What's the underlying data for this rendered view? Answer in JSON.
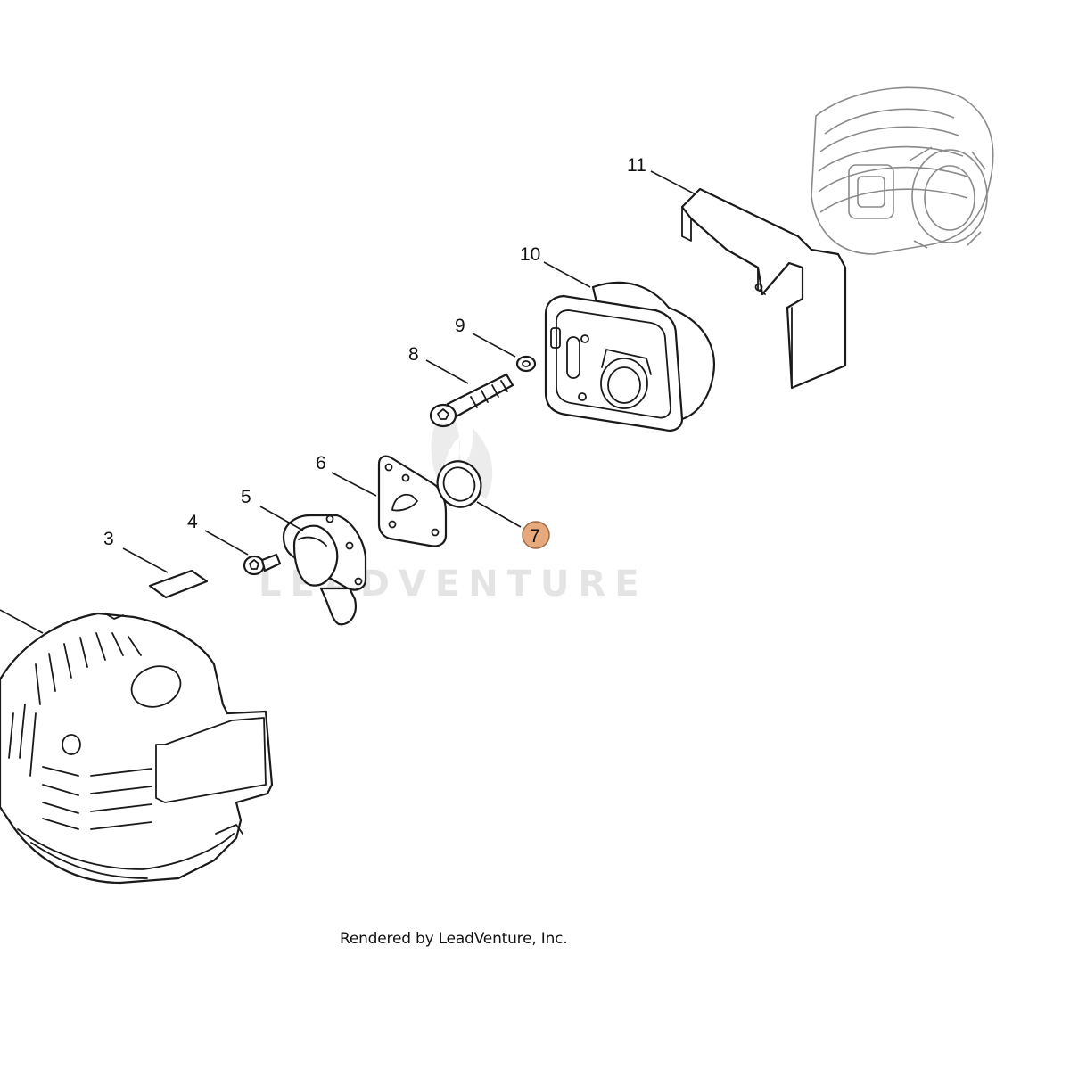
{
  "diagram": {
    "callouts": [
      {
        "id": "3",
        "label": "3",
        "highlighted": false
      },
      {
        "id": "4",
        "label": "4",
        "highlighted": false
      },
      {
        "id": "5",
        "label": "5",
        "highlighted": false
      },
      {
        "id": "6",
        "label": "6",
        "highlighted": false
      },
      {
        "id": "7",
        "label": "7",
        "highlighted": true
      },
      {
        "id": "8",
        "label": "8",
        "highlighted": false
      },
      {
        "id": "9",
        "label": "9",
        "highlighted": false
      },
      {
        "id": "10",
        "label": "10",
        "highlighted": false
      },
      {
        "id": "11",
        "label": "11",
        "highlighted": false
      }
    ],
    "highlight_color": "#e7a87c"
  },
  "watermark": {
    "text": "LEADVENTURE"
  },
  "caption": {
    "text": "Rendered by LeadVenture, Inc."
  }
}
